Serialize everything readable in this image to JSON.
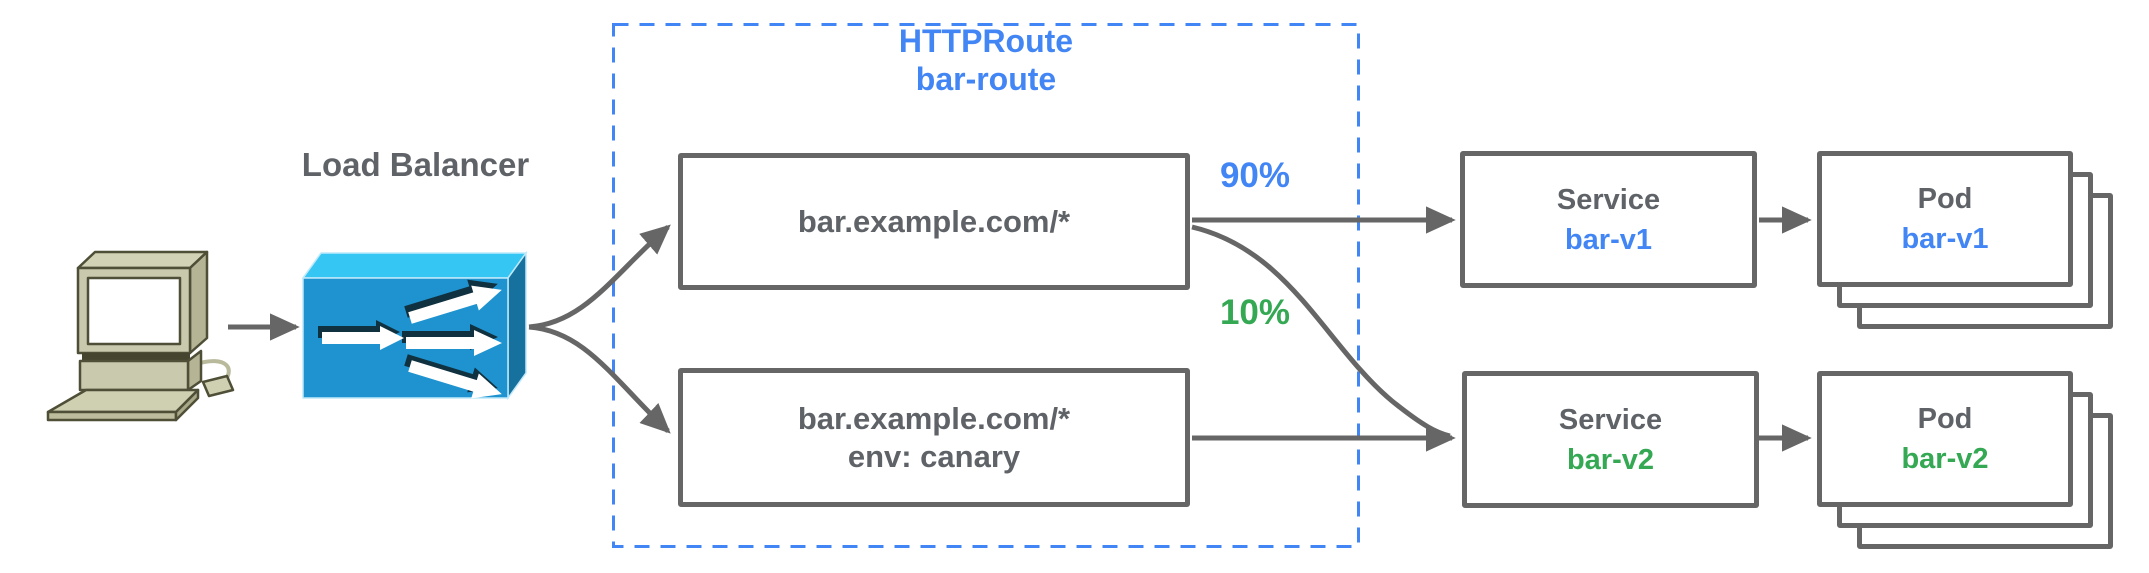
{
  "colors": {
    "accent_blue": "#4285f4",
    "accent_green": "#34a853",
    "line_gray": "#666666",
    "label_gray": "#5f6368",
    "lb_top_face": "#35c6f3",
    "lb_front_face": "#1e93cf",
    "lb_side_face": "#17719e"
  },
  "client": {
    "icon": "desktop-computer-icon"
  },
  "load_balancer": {
    "label": "Load Balancer",
    "icon": "load-balancer-icon"
  },
  "http_route": {
    "title": "HTTPRoute",
    "name": "bar-route",
    "rules": [
      {
        "lines": [
          "bar.example.com/*"
        ],
        "weight": "90%"
      },
      {
        "lines": [
          "bar.example.com/*",
          "env: canary"
        ],
        "weight": "10%"
      }
    ]
  },
  "services": [
    {
      "kind": "Service",
      "name": "bar-v1"
    },
    {
      "kind": "Service",
      "name": "bar-v2"
    }
  ],
  "pods": [
    {
      "kind": "Pod",
      "name": "bar-v1"
    },
    {
      "kind": "Pod",
      "name": "bar-v2"
    }
  ]
}
